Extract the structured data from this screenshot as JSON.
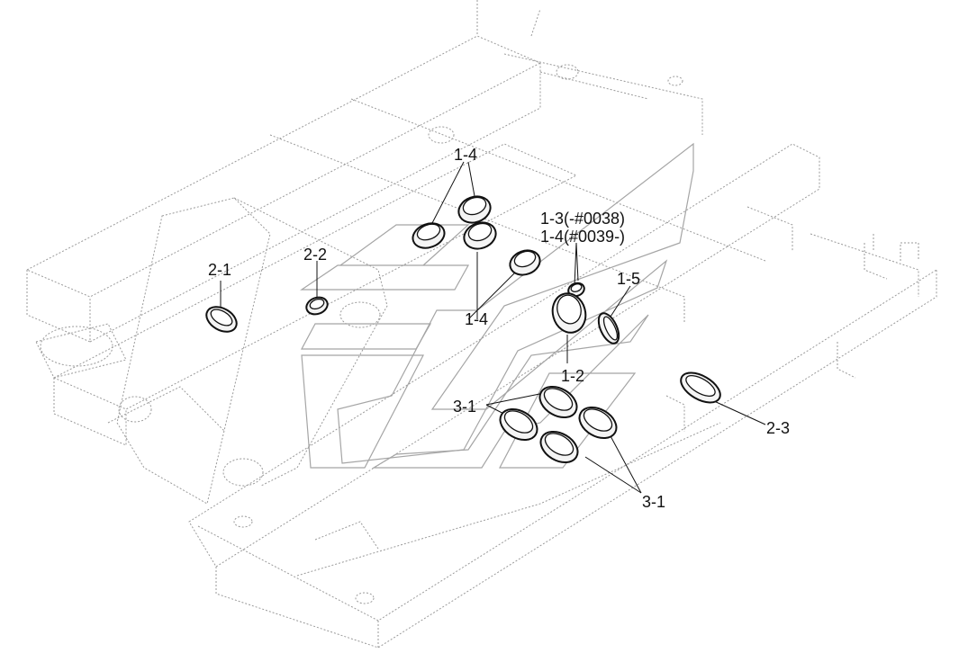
{
  "diagram": {
    "callouts": [
      {
        "id": "c-1-4-top",
        "text": "1-4"
      },
      {
        "id": "c-1-3",
        "text": "1-3(-#0038)"
      },
      {
        "id": "c-1-4-serial",
        "text": "1-4(#0039-)"
      },
      {
        "id": "c-2-1",
        "text": "2-1"
      },
      {
        "id": "c-2-2",
        "text": "2-2"
      },
      {
        "id": "c-1-5",
        "text": "1-5"
      },
      {
        "id": "c-1-4-mid",
        "text": "1-4"
      },
      {
        "id": "c-1-2",
        "text": "1-2"
      },
      {
        "id": "c-3-1-left",
        "text": "3-1"
      },
      {
        "id": "c-2-3",
        "text": "2-3"
      },
      {
        "id": "c-3-1-bottom",
        "text": "3-1"
      }
    ]
  }
}
